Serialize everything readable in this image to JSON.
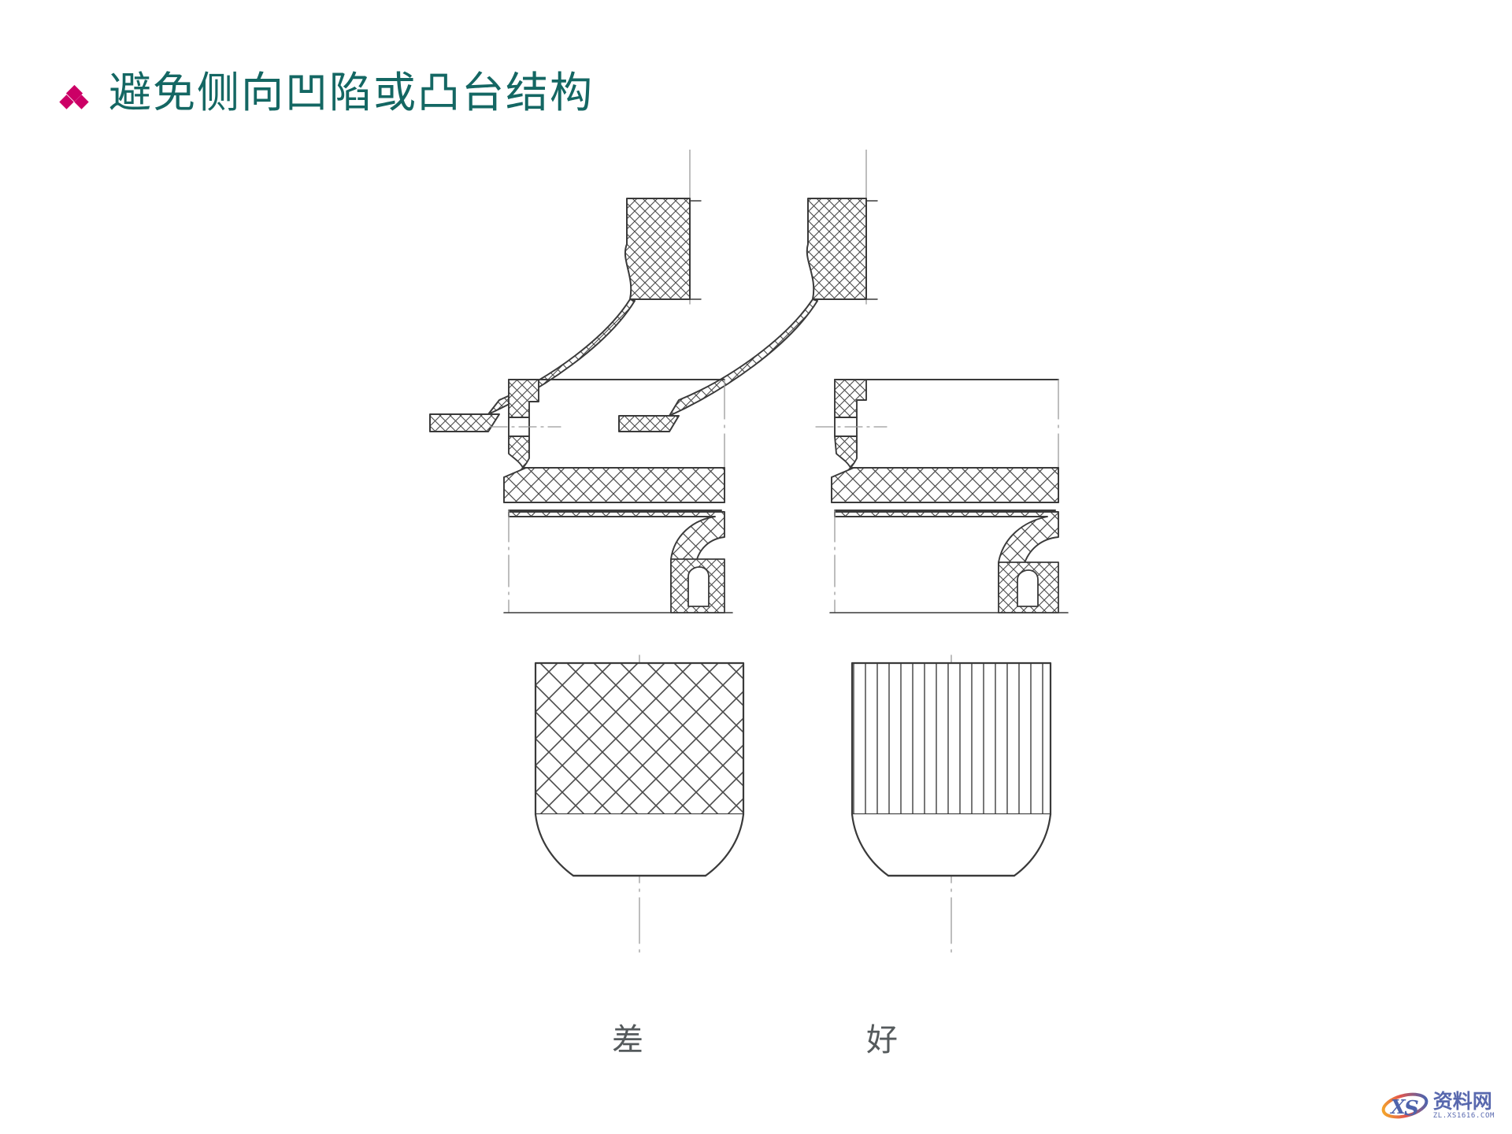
{
  "slide": {
    "bullet_icon": "diamond-cluster-icon",
    "title": "避免侧向凹陷或凸台结构",
    "title_color": "#146763",
    "bullet_color": "#CC0066",
    "background_color": "#FFFFFF"
  },
  "figure": {
    "caption_poor": "差",
    "caption_good": "好",
    "line_color": "#3a3a3a",
    "hatch_color": "#4a4a4a",
    "centerline_color": "#8a8a8a",
    "rows": [
      {
        "id": "row-flange-curve",
        "description": "剖视图：带侧向凸台的曲面法兰壁",
        "left_variant": "poor",
        "right_variant": "good"
      },
      {
        "id": "row-box-section",
        "description": "剖视图：箱体转角壁厚与侧向凹陷",
        "left_variant": "poor",
        "right_variant": "good"
      },
      {
        "id": "row-box-undercut",
        "description": "剖视图：底部带凸台的箱体壁",
        "left_variant": "poor",
        "right_variant": "good"
      },
      {
        "id": "row-block-taper",
        "description": "剖视图：带锥形底的块体（交叉剖面线 / 竖直剖面线）",
        "left_variant": "poor",
        "right_variant": "good"
      }
    ]
  },
  "watermark": {
    "logo_text": "XS",
    "site_name": "资料网",
    "url": "ZL.XS1616.COM",
    "brand_color": "#4a5ca8"
  }
}
